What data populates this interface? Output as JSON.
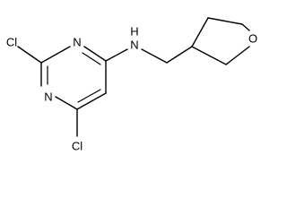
{
  "molecule": {
    "atoms": {
      "cl_top": "Cl",
      "cl_bottom": "Cl",
      "n_ring_top": "N",
      "n_ring_left": "N",
      "nh_n": "N",
      "nh_h": "H",
      "o_ring": "O"
    }
  }
}
